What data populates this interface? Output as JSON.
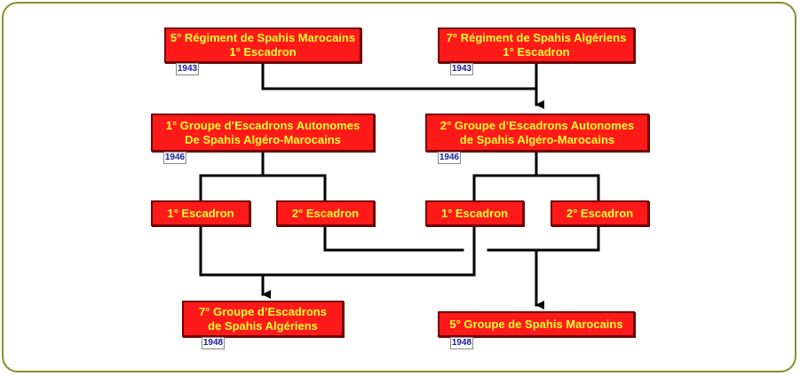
{
  "nodes": {
    "r5_spahis_marocains": {
      "line1": "5° Régiment de Spahis Marocains",
      "line2": "1° Escadron",
      "year": "1943"
    },
    "r7_spahis_algeriens": {
      "line1": "7° Régiment de Spahis Algériens",
      "line2": "1° Escadron",
      "year": "1943"
    },
    "g1_autonomes": {
      "line1": "1° Groupe d’Escadrons Autonomes",
      "line2": "De Spahis Algéro-Marocains",
      "year": "1946"
    },
    "g2_autonomes": {
      "line1": "2° Groupe d’Escadrons Autonomes",
      "line2": "de Spahis Algéro-Marocains",
      "year": "1946"
    },
    "g1_escadron1": {
      "line1": "1° Escadron"
    },
    "g1_escadron2": {
      "line1": "2° Escadron"
    },
    "g2_escadron1": {
      "line1": "1° Escadron"
    },
    "g2_escadron2": {
      "line1": "2° Escadron"
    },
    "g7_algeriens": {
      "line1": "7° Groupe d’Escadrons",
      "line2": "de Spahis Algériens",
      "year": "1948"
    },
    "g5_marocains": {
      "line1": "5° Groupe de Spahis Marocains",
      "year": "1948"
    }
  },
  "colors": {
    "box_fill": "#ff1a1a",
    "box_text": "#ffff33",
    "year_text": "#1a1aa0",
    "frame_border": "#8c8c2e",
    "connector": "#000000"
  }
}
